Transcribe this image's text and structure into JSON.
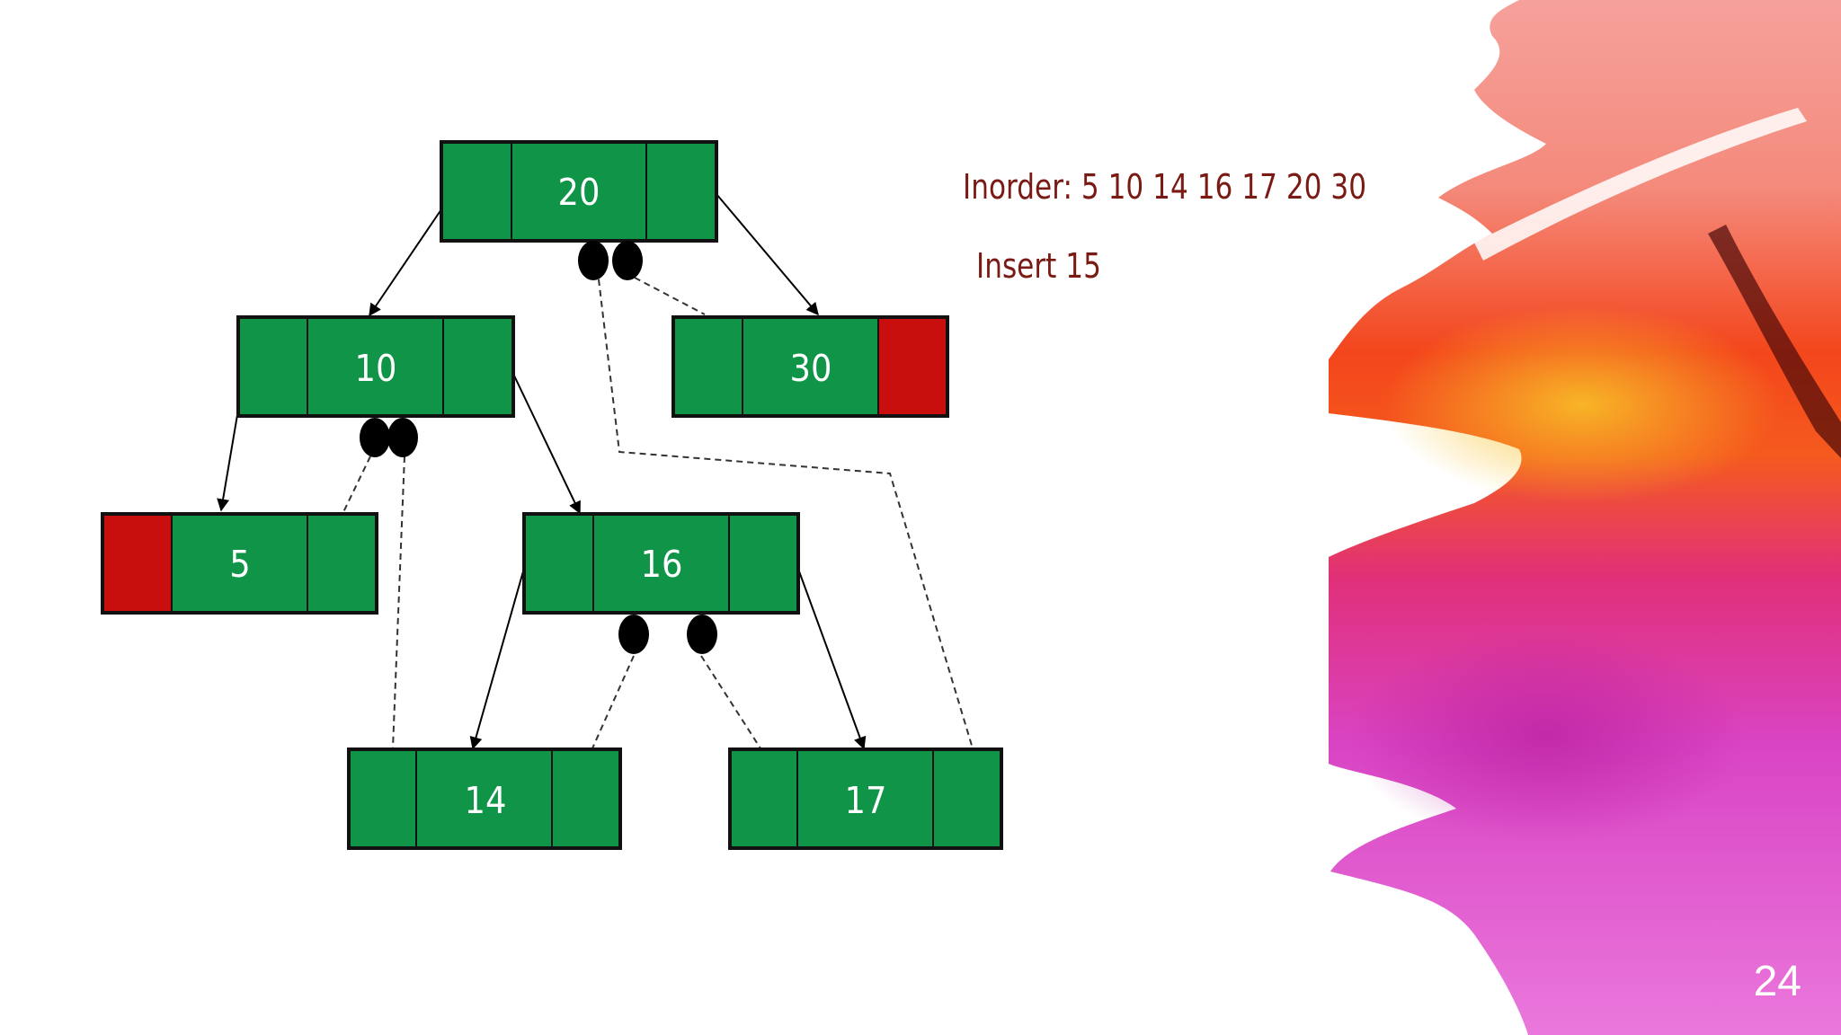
{
  "slide": {
    "inorder_text": "Inorder: 5 10 14 16 17 20 30",
    "insert_text": "Insert 15",
    "page_number": "24"
  },
  "colors": {
    "node_fill": "#0f9448",
    "thread_flag": "#c90e0e",
    "text_accent": "#7a1a14",
    "splash_orange": "#f24b1c",
    "splash_magenta": "#d63fc6"
  },
  "tree": {
    "nodes": [
      {
        "id": "n20",
        "label": "20"
      },
      {
        "id": "n10",
        "label": "10"
      },
      {
        "id": "n30",
        "label": "30"
      },
      {
        "id": "n5",
        "label": "5"
      },
      {
        "id": "n16",
        "label": "16"
      },
      {
        "id": "n14",
        "label": "14"
      },
      {
        "id": "n17",
        "label": "17"
      }
    ]
  }
}
